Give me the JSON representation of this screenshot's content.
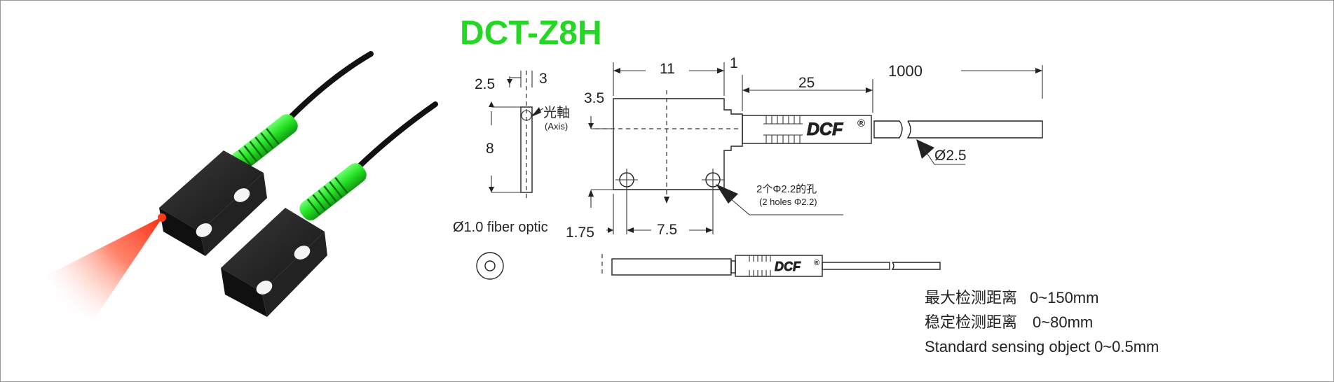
{
  "model": "DCT-Z8H",
  "colors": {
    "title": "#22d822",
    "sleeve": "#33ee33",
    "head": "#1c1c1c",
    "beam": "#ff2a10",
    "line": "#222222"
  },
  "side_view": {
    "dim_top_left": "2.5",
    "dim_top_right": "3",
    "dim_height": "8",
    "axis_cn": "光軸",
    "axis_en": "Axis"
  },
  "front_view": {
    "dim_width": "11",
    "dim_gap": "1",
    "dim_length": "25",
    "dim_cable_length": "1000",
    "dim_axis_offset": "3.5",
    "dim_bottom_offset": "1.75",
    "dim_hole_pitch": "7.5",
    "brand": "DCF",
    "brand_mark": "®",
    "cable_diameter": "Ø2.5",
    "holes_cn": "2个Φ2.2的孔",
    "holes_en": "(2 holes Φ2.2)"
  },
  "fiber_label": "Ø1.0 fiber optic",
  "bottom_view": {
    "brand": "DCF",
    "brand_mark": "®"
  },
  "specs": [
    {
      "label": "最大检测距离",
      "value": "0~150mm"
    },
    {
      "label": "稳定检测距离",
      "value": "0~80mm"
    },
    {
      "label": "Standard sensing object",
      "value": "0~0.5mm"
    }
  ]
}
